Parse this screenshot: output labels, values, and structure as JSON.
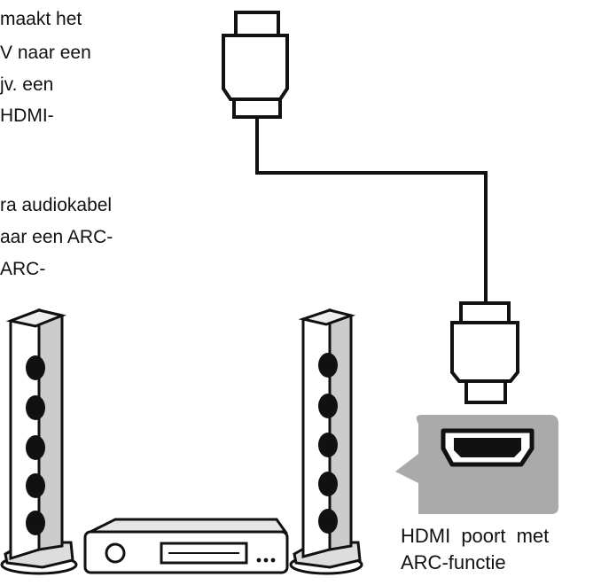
{
  "text_block_1": [
    "maakt het",
    "V naar een",
    "jv. een",
    "HDMI-"
  ],
  "text_block_2": [
    "ra audiokabel",
    "aar een ARC-",
    "ARC-"
  ],
  "port_caption": [
    "HDMI poort met",
    "ARC-functie"
  ]
}
